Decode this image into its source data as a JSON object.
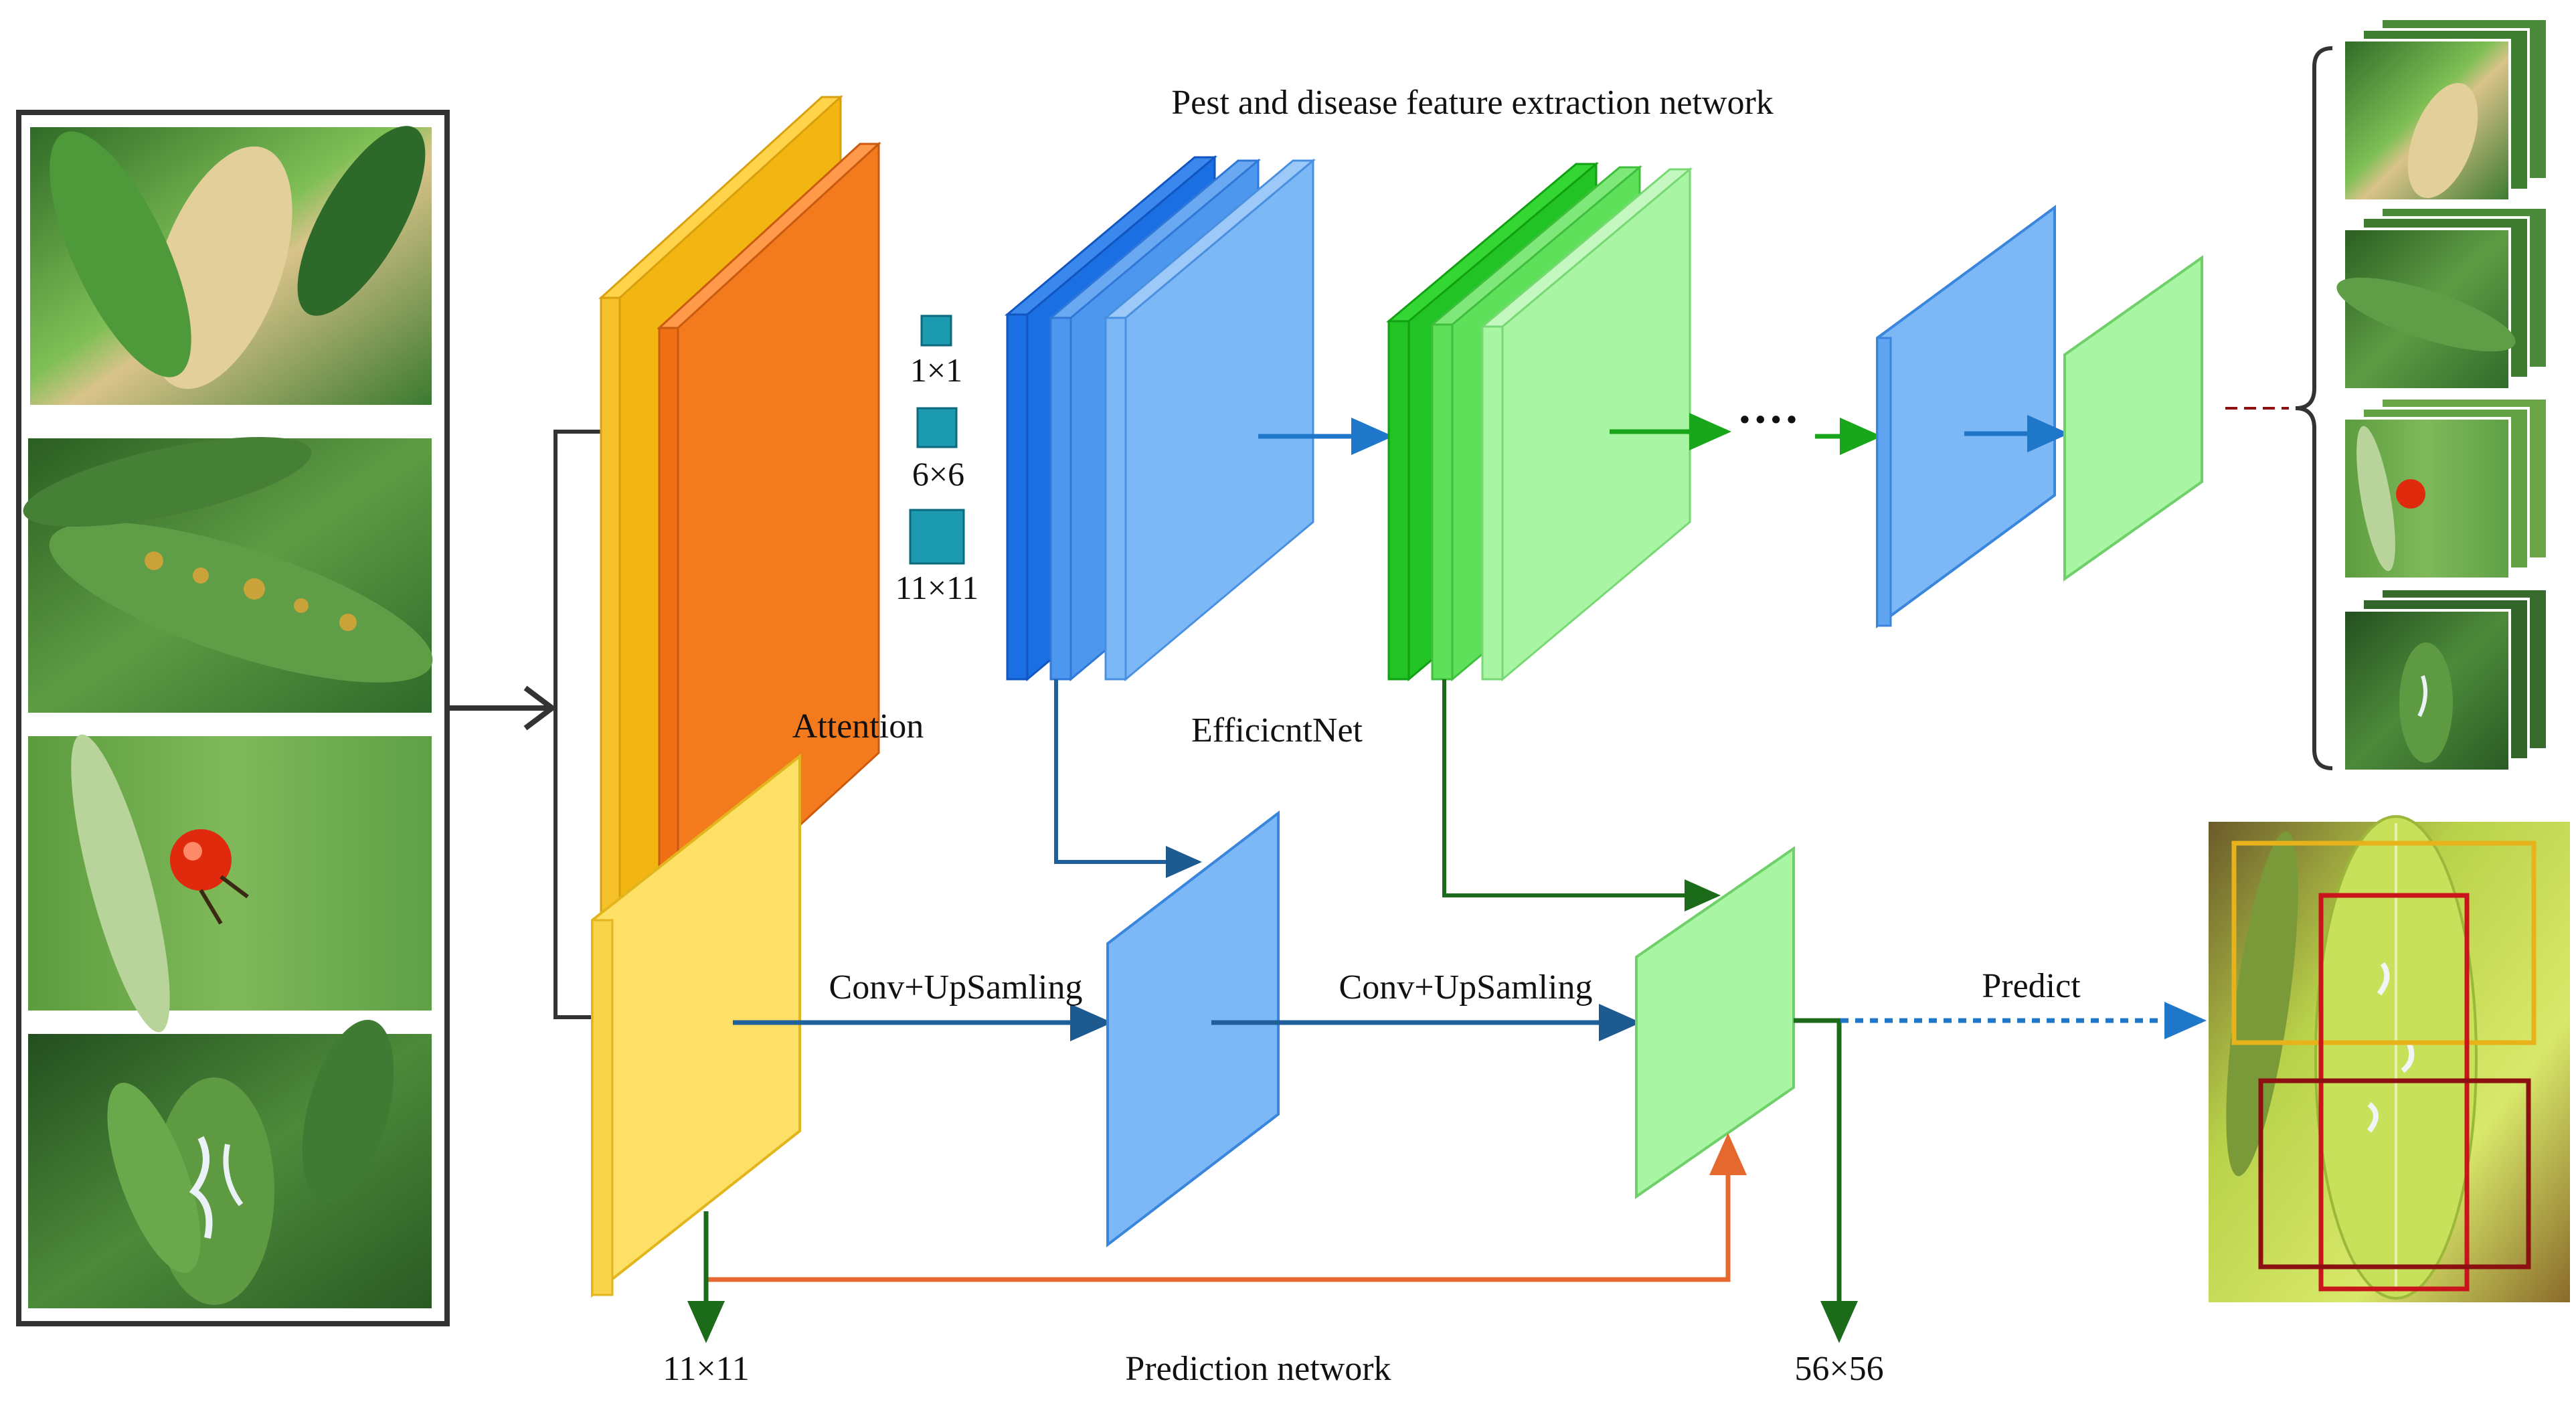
{
  "title": "Pest and disease feature extraction network",
  "labels": {
    "attention": "Attention",
    "backbone": "EfficicntNet",
    "conv_up_1": "Conv+UpSamling",
    "conv_up_2": "Conv+UpSamling",
    "predict": "Predict",
    "prediction_network": "Prediction network",
    "kernel_1": "1×1",
    "kernel_6": "6×6",
    "kernel_11": "11×11",
    "out_small": "11×11",
    "out_large": "56×56",
    "ellipsis": "····"
  },
  "input_images": [
    {
      "name": "leaf-blight-photo",
      "tint": "#4f8f3a"
    },
    {
      "name": "leaf-spot-photo",
      "tint": "#3f7a33"
    },
    {
      "name": "red-bug-on-stem-photo",
      "tint": "#6fa64a"
    },
    {
      "name": "white-mold-leaves-photo",
      "tint": "#3c6e2e"
    }
  ],
  "colors": {
    "yellow": "#f6c02a",
    "orange": "#f47a1e",
    "blue_dark": "#1a6fe3",
    "blue_light": "#7db8f6",
    "green_dark": "#22c425",
    "green_light": "#a8f5a3",
    "yellow_light": "#ffe066",
    "arrow_blue": "#1f77c9",
    "arrow_green": "#1aa61a",
    "arrow_darkgreen": "#1b6b1b",
    "arrow_orange": "#e5692e",
    "box_yellow": "#e8b21a",
    "box_red": "#c8141a",
    "box_darkred": "#8c0f12"
  }
}
